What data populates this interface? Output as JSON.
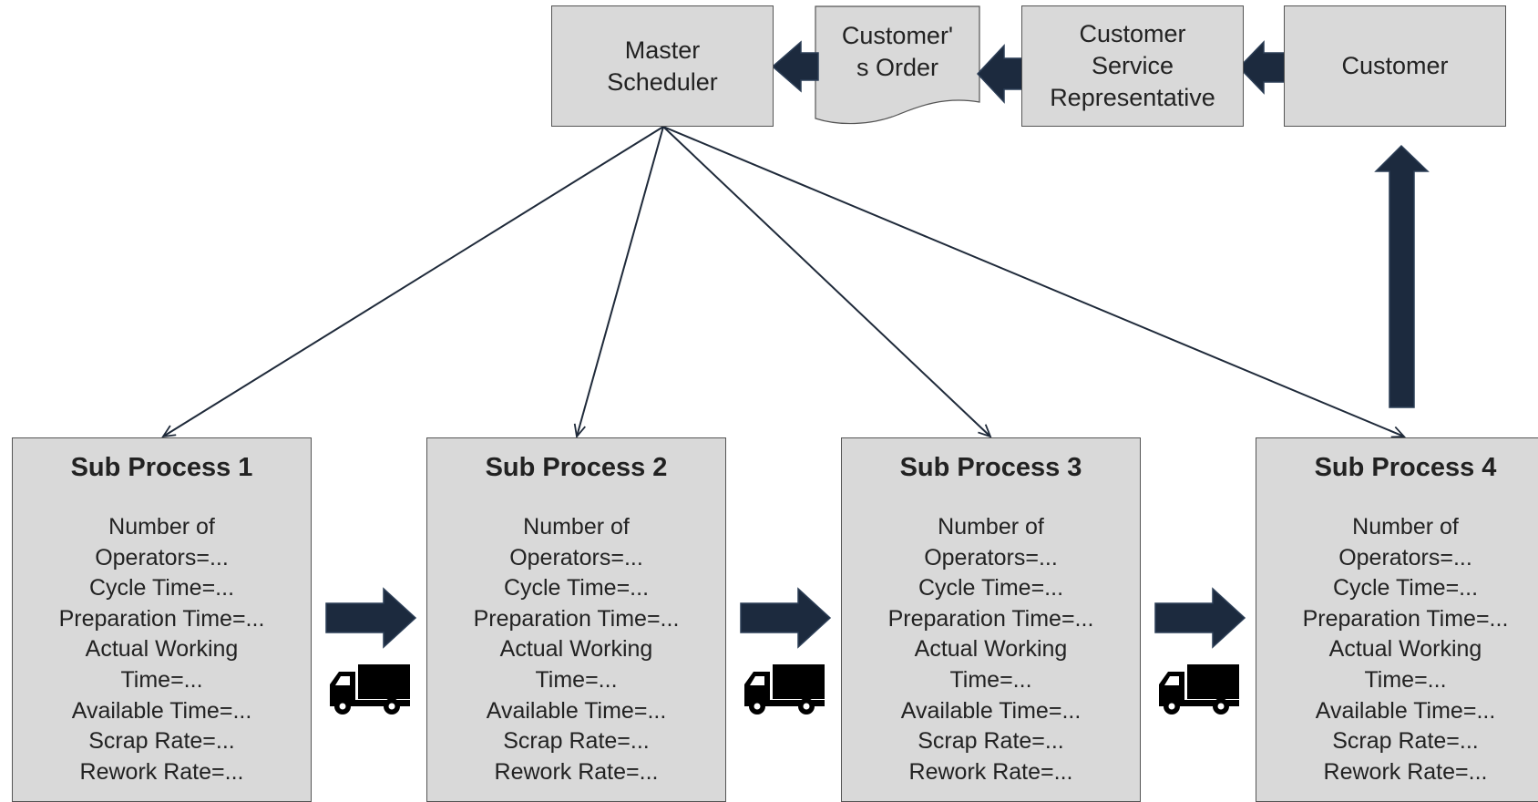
{
  "top_chain": {
    "master_scheduler": "Master\nScheduler",
    "customers_order": "Customer'\ns Order",
    "customer_service_representative": "Customer\nService\nRepresentative",
    "customer": "Customer"
  },
  "sub_processes": [
    {
      "title": "Sub Process 1",
      "metrics": [
        "Number of\nOperators=...",
        "Cycle Time=...",
        "Preparation Time=...",
        "Actual Working\nTime=...",
        "Available Time=...",
        "Scrap Rate=...",
        "Rework Rate=..."
      ]
    },
    {
      "title": "Sub Process 2",
      "metrics": [
        "Number of\nOperators=...",
        "Cycle Time=...",
        "Preparation Time=...",
        "Actual Working\nTime=...",
        "Available Time=...",
        "Scrap Rate=...",
        "Rework Rate=..."
      ]
    },
    {
      "title": "Sub Process 3",
      "metrics": [
        "Number of\nOperators=...",
        "Cycle Time=...",
        "Preparation Time=...",
        "Actual Working\nTime=...",
        "Available Time=...",
        "Scrap Rate=...",
        "Rework Rate=..."
      ]
    },
    {
      "title": "Sub Process 4",
      "metrics": [
        "Number of\nOperators=...",
        "Cycle Time=...",
        "Preparation Time=...",
        "Actual Working\nTime=...",
        "Available Time=...",
        "Scrap Rate=...",
        "Rework Rate=..."
      ]
    }
  ],
  "icons": {
    "flow_arrow": "block-arrow-icon",
    "transport": "truck-icon"
  },
  "colors": {
    "box_fill": "#d9d9d9",
    "box_border": "#555555",
    "arrow_fill": "#1c2a3e",
    "connector_line": "#1f2a3a"
  }
}
